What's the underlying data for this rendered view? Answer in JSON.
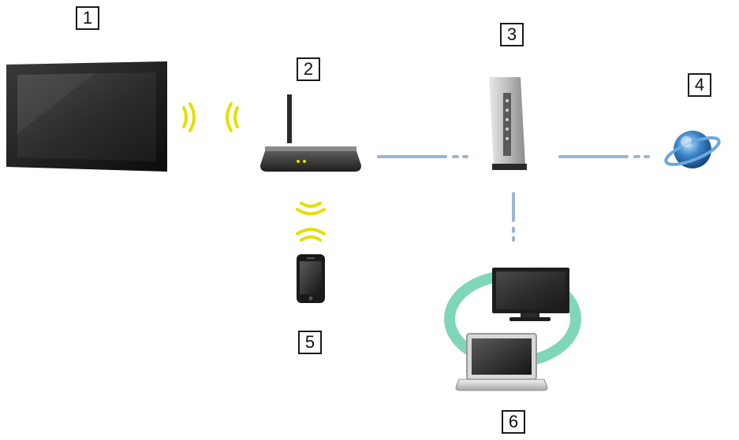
{
  "diagram": {
    "labels": [
      {
        "key": "tv",
        "text": "1"
      },
      {
        "key": "router",
        "text": "2"
      },
      {
        "key": "modem",
        "text": "3"
      },
      {
        "key": "internet",
        "text": "4"
      },
      {
        "key": "smartphone",
        "text": "5"
      },
      {
        "key": "home-devices",
        "text": "6"
      }
    ],
    "devices": [
      {
        "key": "tv",
        "icon": "flat-panel-tv-icon"
      },
      {
        "key": "router",
        "icon": "wireless-router-icon"
      },
      {
        "key": "modem",
        "icon": "modem-icon"
      },
      {
        "key": "internet",
        "icon": "internet-globe-icon"
      },
      {
        "key": "smartphone",
        "icon": "smartphone-icon"
      },
      {
        "key": "home-devices",
        "icon": "tv-and-laptop-icon"
      }
    ],
    "colors": {
      "wireless": "#e6de00",
      "wired": "#9ab6d0",
      "screen": "#2a2a2a",
      "globe": "#3b86c9",
      "ring": "#7fd6b8"
    }
  }
}
